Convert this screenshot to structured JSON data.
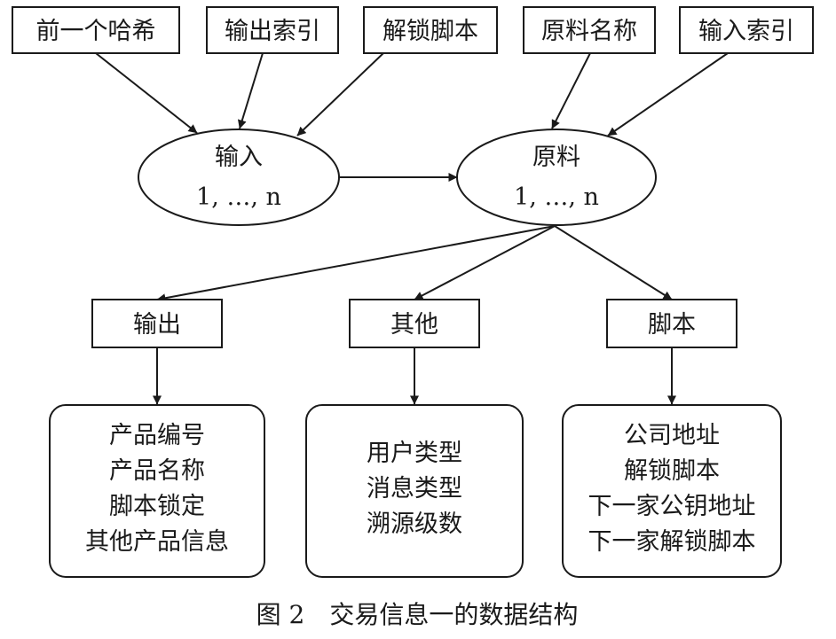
{
  "top_boxes": {
    "prev_hash": "前一个哈希",
    "output_index": "输出索引",
    "unlock_script": "解锁脚本",
    "material_name": "原料名称",
    "input_index": "输入索引"
  },
  "ellipses": {
    "input": {
      "title": "输入",
      "range": "1, …, n"
    },
    "material": {
      "title": "原料",
      "range": "1, …, n"
    }
  },
  "mid_boxes": {
    "output": "输出",
    "other": "其他",
    "script": "脚本"
  },
  "detail_boxes": {
    "output": [
      "产品编号",
      "产品名称",
      "脚本锁定",
      "其他产品信息"
    ],
    "other": [
      "用户类型",
      "消息类型",
      "溯源级数"
    ],
    "script": [
      "公司地址",
      "解锁脚本",
      "下一家公钥地址",
      "下一家解锁脚本"
    ]
  },
  "caption": "图 2　交易信息一的数据结构"
}
